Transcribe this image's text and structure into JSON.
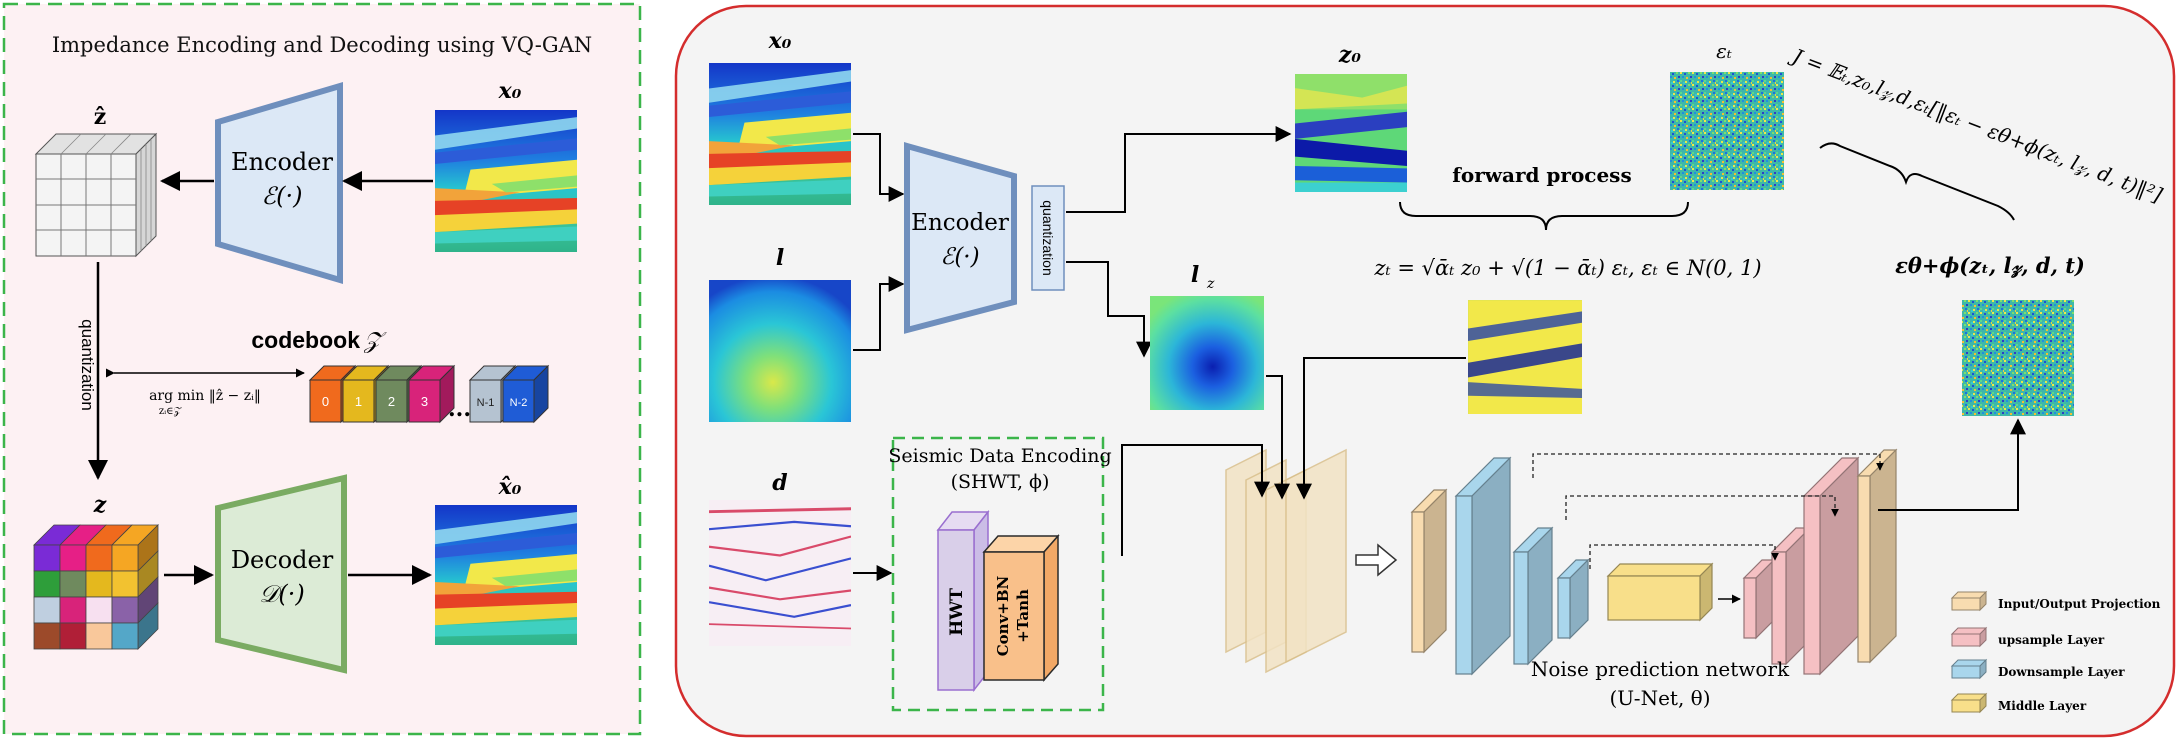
{
  "colors": {
    "left_panel_bg": "#fdf1f3",
    "left_panel_border": "#3bb54a",
    "right_panel_bg": "#f4f4f4",
    "right_panel_border": "#d42d2d",
    "encoder_fill": "#dce8f6",
    "encoder_stroke": "#6f8fbd",
    "decoder_fill": "#dcebd6",
    "decoder_stroke": "#7aab62",
    "seismic_box_border": "#3bb54a"
  },
  "vqgan": {
    "title": "Impedance  Encoding and Decoding using VQ-GAN",
    "x0_label": "x₀",
    "zhat_label": "ẑ",
    "encoder_label": "Encoder",
    "encoder_func": "ℰ(·)",
    "quantization_label": "quantization",
    "argmin_label": "arg min ‖ẑ − zᵢ‖",
    "argmin_sub": "zᵢ∈𝒵",
    "codebook_label": "codebook",
    "codebook_symbol": "𝒵",
    "codebook_cells": [
      "0",
      "1",
      "2",
      "3",
      "N-1",
      "N-2"
    ],
    "codebook_colors": [
      "#f06a1d",
      "#e4b81e",
      "#6f8a5e",
      "#d8237a",
      "#b5c3d1",
      "#1f5cd6"
    ],
    "codebook_dots": "...",
    "z_label": "z",
    "decoder_label": "Decoder",
    "decoder_func": "𝒟(·)",
    "x0hat_label": "x̂₀",
    "zgrid_colors": [
      "#7a2bd6",
      "#e61f86",
      "#f06a1d",
      "#f5a623",
      "#2e9e3a",
      "#6f8a5e",
      "#e4b81e",
      "#f2c230",
      "#bfcfe0",
      "#d8237a",
      "#f7e0f0",
      "#8a62a8",
      "#9c4a2a",
      "#b01f37",
      "#f9c89b",
      "#54a7c8"
    ]
  },
  "ldm": {
    "x0_label": "x₀",
    "l_label": "l",
    "d_label": "d",
    "encoder_label": "Encoder",
    "encoder_func": "ℰ(·)",
    "quantization_label": "quantization",
    "z0_label": "z₀",
    "eps_label": "εₜ",
    "lz_label": "l",
    "lz_sub": "z",
    "forward_label": "forward process",
    "zt_equation": "zₜ = √ᾱₜ z₀ + √(1 − ᾱₜ) εₜ, εₜ ∈ N(0, 1)",
    "loss_equation": "J = 𝔼ₜ,z₀,l𝓏,d,εₜ[‖εₜ − εθ+ϕ(zₜ, l𝓏, d, t)‖²]",
    "eps_pred_label": "εθ+ϕ(zₜ, l𝓏, d, t)",
    "seismic_title": "Seismic Data Encoding",
    "seismic_sub": "(SHWT,   ϕ)",
    "hwt_label": "HWT",
    "conv_label_1": "Conv+BN",
    "conv_label_2": "+Tanh",
    "unet_label": "Noise prediction network",
    "unet_sub": "(U-Net, θ)"
  },
  "legend": [
    {
      "label": "Input/Output Projection",
      "color": "#f8dcb0"
    },
    {
      "label": "upsample Layer",
      "color": "#f5c0c3"
    },
    {
      "label": "Downsample Layer",
      "color": "#a9d6ec"
    },
    {
      "label": "Middle Layer",
      "color": "#f8df8a"
    }
  ]
}
